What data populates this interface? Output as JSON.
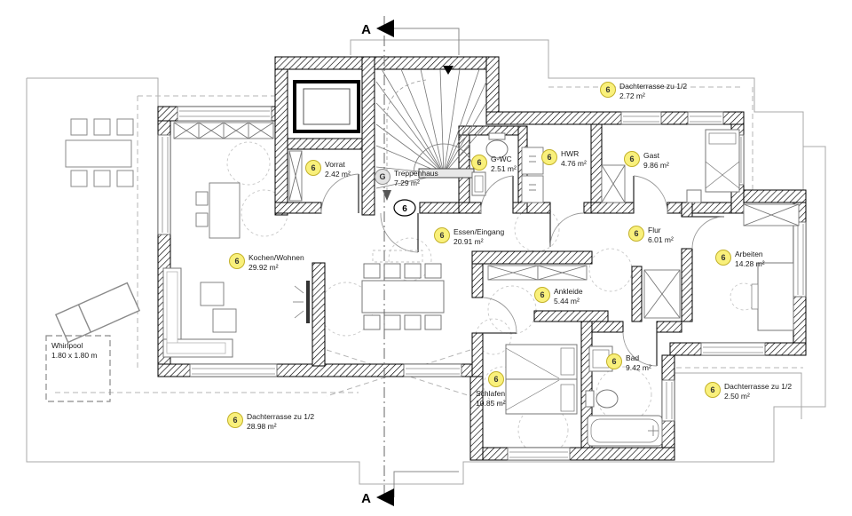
{
  "rooms": [
    {
      "id": "vorrat",
      "badge": "6",
      "name": "Vorrat",
      "area": "2.42 m²"
    },
    {
      "id": "treppenhaus",
      "badge": "G",
      "name": "Treppenhaus",
      "area": "7.29 m²"
    },
    {
      "id": "g_wc",
      "badge": "6",
      "name": "G-WC",
      "area": "2.51 m²"
    },
    {
      "id": "hwr",
      "badge": "6",
      "name": "HWR",
      "area": "4.76 m²"
    },
    {
      "id": "gast",
      "badge": "6",
      "name": "Gast",
      "area": "9.86 m²"
    },
    {
      "id": "dachterrasse_nordost",
      "badge": "6",
      "name": "Dachterrasse zu 1/2",
      "area": "2.72 m²"
    },
    {
      "id": "kochen_wohnen",
      "badge": "6",
      "name": "Kochen/Wohnen",
      "area": "29.92 m²"
    },
    {
      "id": "essen_eingang",
      "badge": "6",
      "name": "Essen/Eingang",
      "area": "20.91 m²"
    },
    {
      "id": "flur",
      "badge": "6",
      "name": "Flur",
      "area": "6.01 m²"
    },
    {
      "id": "arbeiten",
      "badge": "6",
      "name": "Arbeiten",
      "area": "14.28 m²"
    },
    {
      "id": "ankleide",
      "badge": "6",
      "name": "Ankleide",
      "area": "5.44 m²"
    },
    {
      "id": "bad",
      "badge": "6",
      "name": "Bad",
      "area": "9.42 m²"
    },
    {
      "id": "schlafen",
      "badge": "6",
      "name": "Schlafen",
      "area": "10.85 m²"
    },
    {
      "id": "dachterrasse_ost",
      "badge": "6",
      "name": "Dachterrasse zu 1/2",
      "area": "2.50 m²"
    },
    {
      "id": "dachterrasse_sued",
      "badge": "6",
      "name": "Dachterrasse zu 1/2",
      "area": "28.98 m²"
    }
  ],
  "whirlpool": {
    "name": "Whirlpool",
    "dims": "1.80 x 1.80 m"
  },
  "section": {
    "label_top": "A",
    "label_bottom": "A",
    "bubble": "6"
  },
  "colors": {
    "badge_fill": "#f9f07b",
    "badge_border": "#c3b12a",
    "badge_gray_fill": "#e4e4e4",
    "badge_gray_border": "#8f8f8f",
    "wall": "#000000",
    "context_line": "#a8a8a8"
  }
}
